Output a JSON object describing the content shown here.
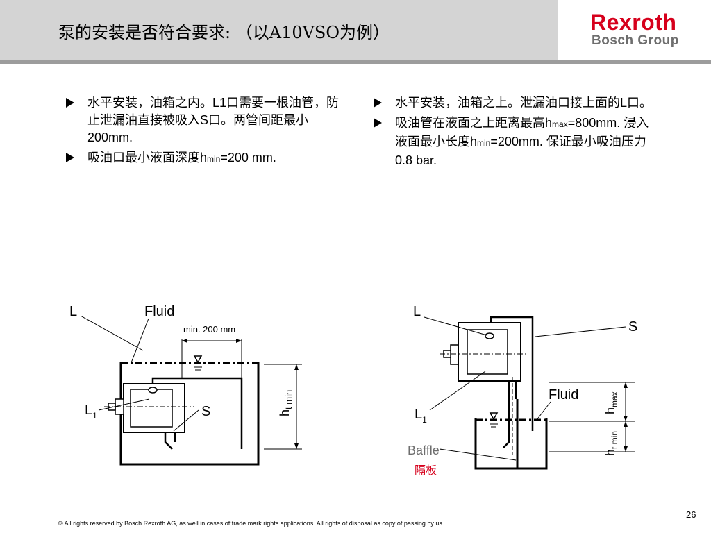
{
  "header": {
    "title": "泵的安装是否符合要求: （以A10VSO为例）",
    "logo": {
      "brand": "Rexroth",
      "group": "Bosch Group",
      "brand_color": "#d6001c",
      "group_color": "#6e6e6e"
    },
    "band_color": "#d4d4d4",
    "rule_color": "#9c9c9c"
  },
  "left_column": {
    "bullets": [
      {
        "parts": [
          {
            "zh": "水平安装，油箱之内。"
          },
          {
            "t": "L1"
          },
          {
            "zh": "口需要一根油管，防止泄漏油直接被吸入"
          },
          {
            "t": "S"
          },
          {
            "zh": "口。两管间距最小"
          },
          {
            "t": "200mm."
          }
        ]
      },
      {
        "parts": [
          {
            "zh": "吸油口最小液面深度"
          },
          {
            "t": "h"
          },
          {
            "sub": "min"
          },
          {
            "t": "=200 mm."
          }
        ]
      }
    ]
  },
  "right_column": {
    "bullets": [
      {
        "parts": [
          {
            "zh": "水平安装，油箱之上。泄漏油口接上面的"
          },
          {
            "t": "L"
          },
          {
            "zh": "口。"
          }
        ]
      },
      {
        "parts": [
          {
            "zh": "吸油管在液面之上距离最高"
          },
          {
            "t": "h"
          },
          {
            "sub": "max"
          },
          {
            "t": "=800mm. "
          },
          {
            "zh": "浸入液面最小长度"
          },
          {
            "t": "h"
          },
          {
            "sub": "min"
          },
          {
            "t": "=200mm. "
          },
          {
            "zh": "保证最小吸油压力"
          },
          {
            "t": "0.8 bar."
          }
        ]
      }
    ]
  },
  "figure_left": {
    "label_L": "L",
    "label_fluid": "Fluid",
    "label_min": "min. 200 mm",
    "label_L1": "L",
    "label_L1_sub": "1",
    "label_S": "S",
    "label_h": "h",
    "label_h_sub": "t min"
  },
  "figure_right": {
    "label_L": "L",
    "label_S": "S",
    "label_fluid": "Fluid",
    "label_L1": "L",
    "label_L1_sub": "1",
    "label_baffle": "Baffle",
    "label_baffle_zh": "隔板",
    "label_hmax": "h",
    "label_hmax_sub": "max",
    "label_hmin": "h",
    "label_hmin_sub": "t min",
    "accent_color": "#d6001c"
  },
  "footer": {
    "copyright": "© All rights reserved by Bosch Rexroth AG, as well in cases of trade mark rights applications. All rights of disposal as copy of passing by us.",
    "page_number": "26"
  }
}
